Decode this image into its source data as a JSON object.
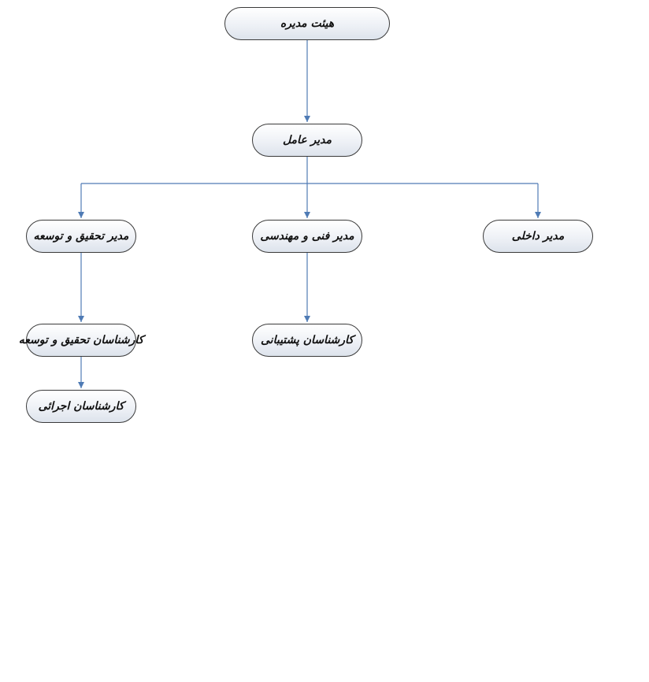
{
  "diagram": {
    "type": "org-chart",
    "colors": {
      "connector": "#4f7bb5",
      "node_border": "#3a3a3a",
      "node_fill_top": "#ffffff",
      "node_fill_bottom": "#dde3ec",
      "text": "#111111"
    },
    "nodes": {
      "board": "هیئت مدیره",
      "ceo": "مدیر عامل",
      "rnd_manager": "مدیر تحقیق و توسعه",
      "tech_manager": "مدیر فنی و مهندسی",
      "internal_manager": "مدیر داخلی",
      "rnd_experts": "کارشناسان تحقیق و توسعه",
      "support_experts": "کارشناسان پشتیبانی",
      "exec_experts": "کارشناسان اجرائی"
    },
    "edges": [
      [
        "board",
        "ceo"
      ],
      [
        "ceo",
        "rnd_manager"
      ],
      [
        "ceo",
        "tech_manager"
      ],
      [
        "ceo",
        "internal_manager"
      ],
      [
        "rnd_manager",
        "rnd_experts"
      ],
      [
        "rnd_experts",
        "exec_experts"
      ],
      [
        "tech_manager",
        "support_experts"
      ]
    ]
  }
}
